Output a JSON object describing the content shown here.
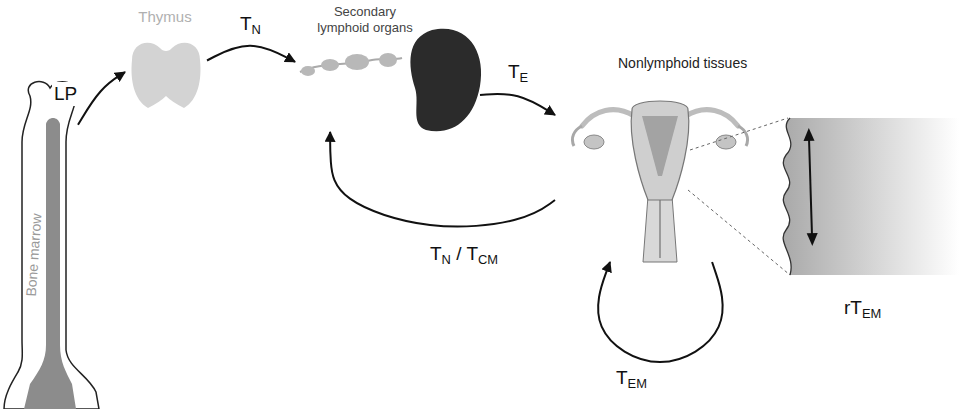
{
  "diagram": {
    "nodes": [
      {
        "text": [
          "Bone marrow"
        ]
      },
      {
        "text": [
          "Thymus"
        ]
      },
      {
        "text": [
          "Secondary lymphoid organs"
        ]
      },
      {
        "text": [
          "Nonlymphoid tissues"
        ]
      }
    ],
    "edges": [
      {
        "from": 0,
        "to": 1,
        "label": "LP",
        "arrow": "to"
      },
      {
        "from": 1,
        "to": 2,
        "label": "TN",
        "arrow": "to"
      },
      {
        "from": 2,
        "to": 3,
        "label": "TE",
        "arrow": "to"
      },
      {
        "from": 3,
        "to": 2,
        "label": "TN / TCM",
        "arrow": "to"
      },
      {
        "from": 3,
        "to": 3,
        "label": "TEM",
        "arrow": "to"
      }
    ],
    "labels": [
      "rTEM"
    ]
  }
}
